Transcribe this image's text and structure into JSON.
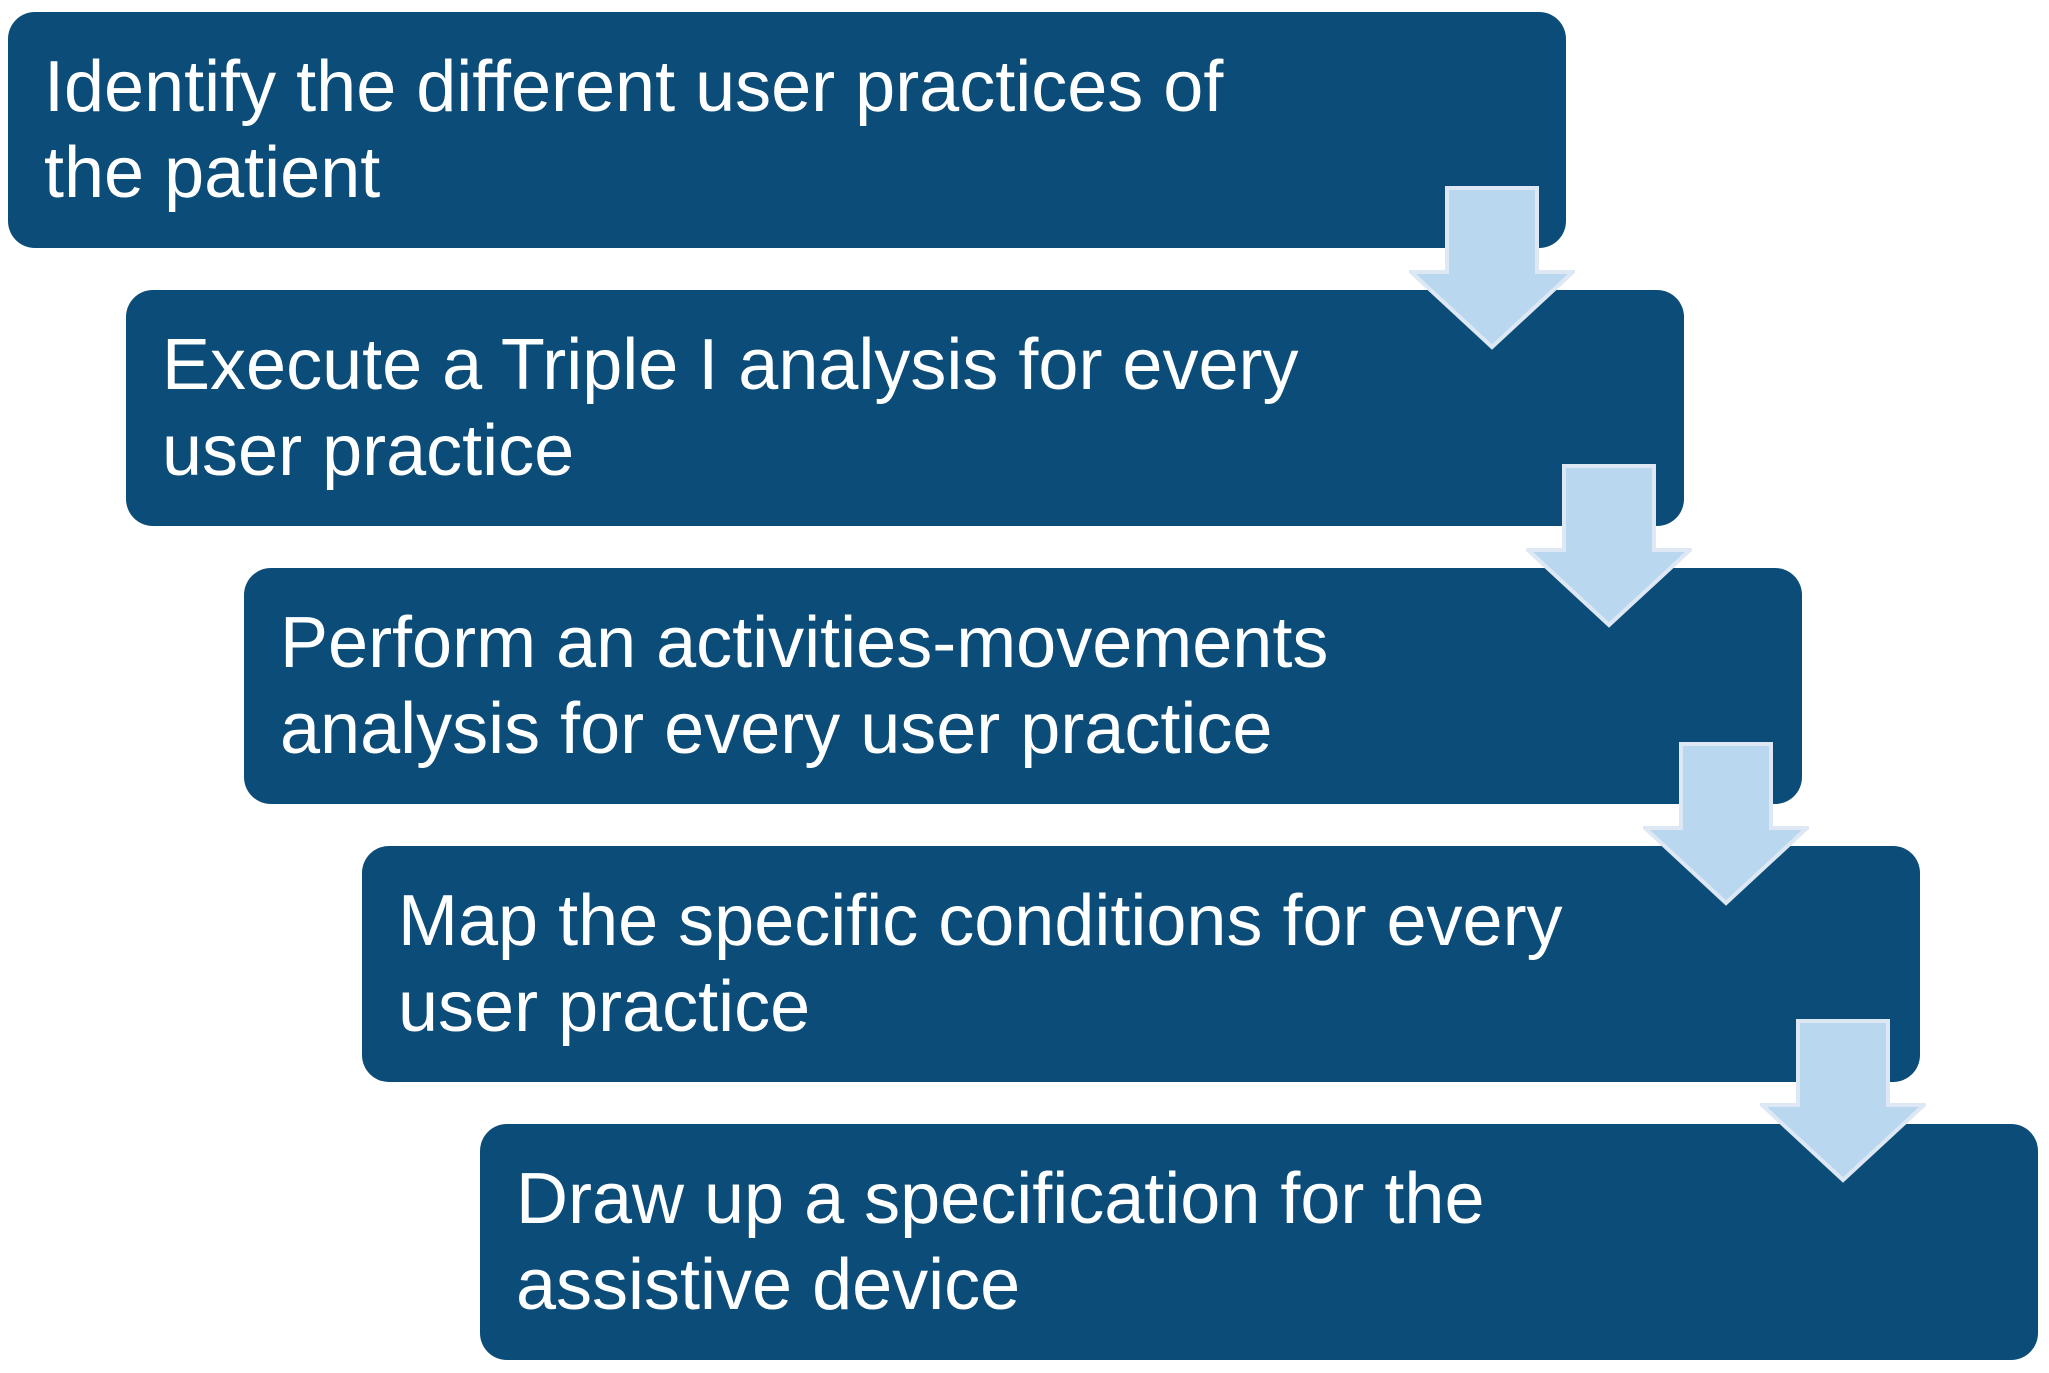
{
  "diagram": {
    "type": "step-down-process",
    "steps": [
      {
        "label": "Identify the different user practices of\nthe patient"
      },
      {
        "label": "Execute a Triple I analysis for every\nuser practice"
      },
      {
        "label": "Perform an activities-movements\nanalysis for every user practice"
      },
      {
        "label": "Map the specific conditions for every\nuser practice"
      },
      {
        "label": "Draw up a specification for the\nassistive device"
      }
    ],
    "connector_icon": "down-arrow-icon"
  },
  "colors": {
    "background": "#FFFFFF",
    "box_fill": "#0C4C78",
    "text_color": "#FFFFFF",
    "arrow_fill": "#B9D8EF",
    "arrow_border": "#DDE8F4"
  }
}
